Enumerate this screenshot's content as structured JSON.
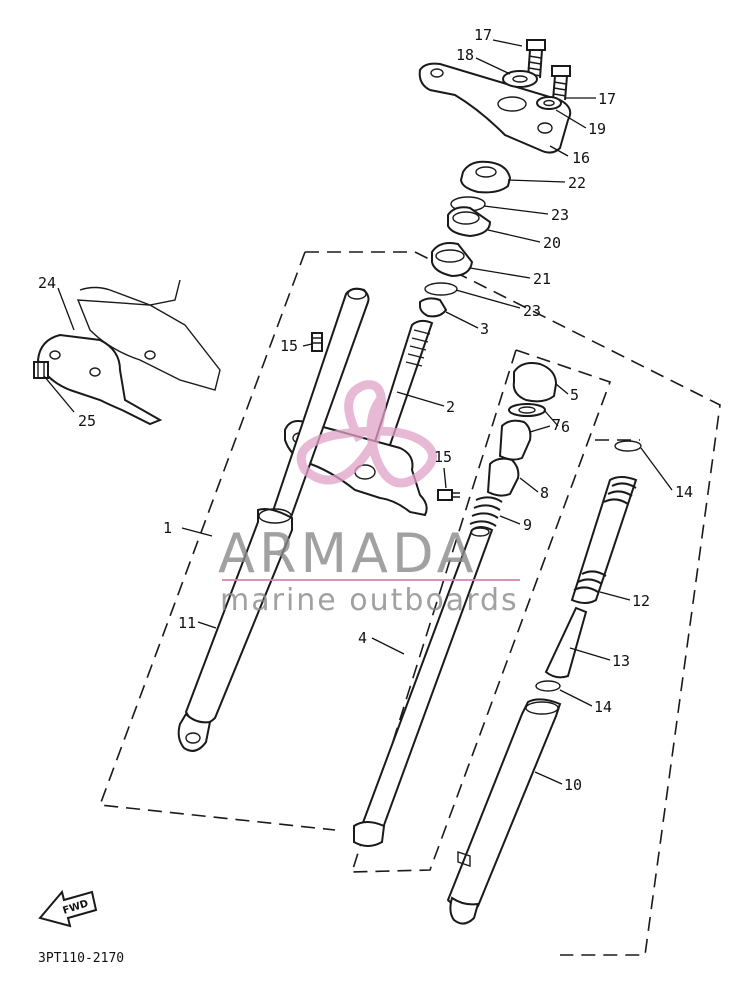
{
  "diagram": {
    "catalog_code": "3PT110-2170",
    "fwd_label": "FWD",
    "watermark": {
      "title": "ARMADA",
      "subtitle": "marine outboards",
      "accent_color": "#d97fb0"
    },
    "callouts": [
      {
        "id": "c1",
        "label": "1"
      },
      {
        "id": "c2",
        "label": "2"
      },
      {
        "id": "c3",
        "label": "3"
      },
      {
        "id": "c4",
        "label": "4"
      },
      {
        "id": "c5",
        "label": "5"
      },
      {
        "id": "c6",
        "label": "6"
      },
      {
        "id": "c7",
        "label": "7"
      },
      {
        "id": "c8",
        "label": "8"
      },
      {
        "id": "c9",
        "label": "9"
      },
      {
        "id": "c10",
        "label": "10"
      },
      {
        "id": "c11",
        "label": "11"
      },
      {
        "id": "c12",
        "label": "12"
      },
      {
        "id": "c13",
        "label": "13"
      },
      {
        "id": "c14a",
        "label": "14"
      },
      {
        "id": "c14b",
        "label": "14"
      },
      {
        "id": "c15a",
        "label": "15"
      },
      {
        "id": "c15b",
        "label": "15"
      },
      {
        "id": "c16",
        "label": "16"
      },
      {
        "id": "c17a",
        "label": "17"
      },
      {
        "id": "c17b",
        "label": "17"
      },
      {
        "id": "c18",
        "label": "18"
      },
      {
        "id": "c19",
        "label": "19"
      },
      {
        "id": "c20",
        "label": "20"
      },
      {
        "id": "c21",
        "label": "21"
      },
      {
        "id": "c22",
        "label": "22"
      },
      {
        "id": "c23a",
        "label": "23"
      },
      {
        "id": "c23b",
        "label": "23"
      },
      {
        "id": "c24",
        "label": "24"
      },
      {
        "id": "c25",
        "label": "25"
      }
    ]
  }
}
